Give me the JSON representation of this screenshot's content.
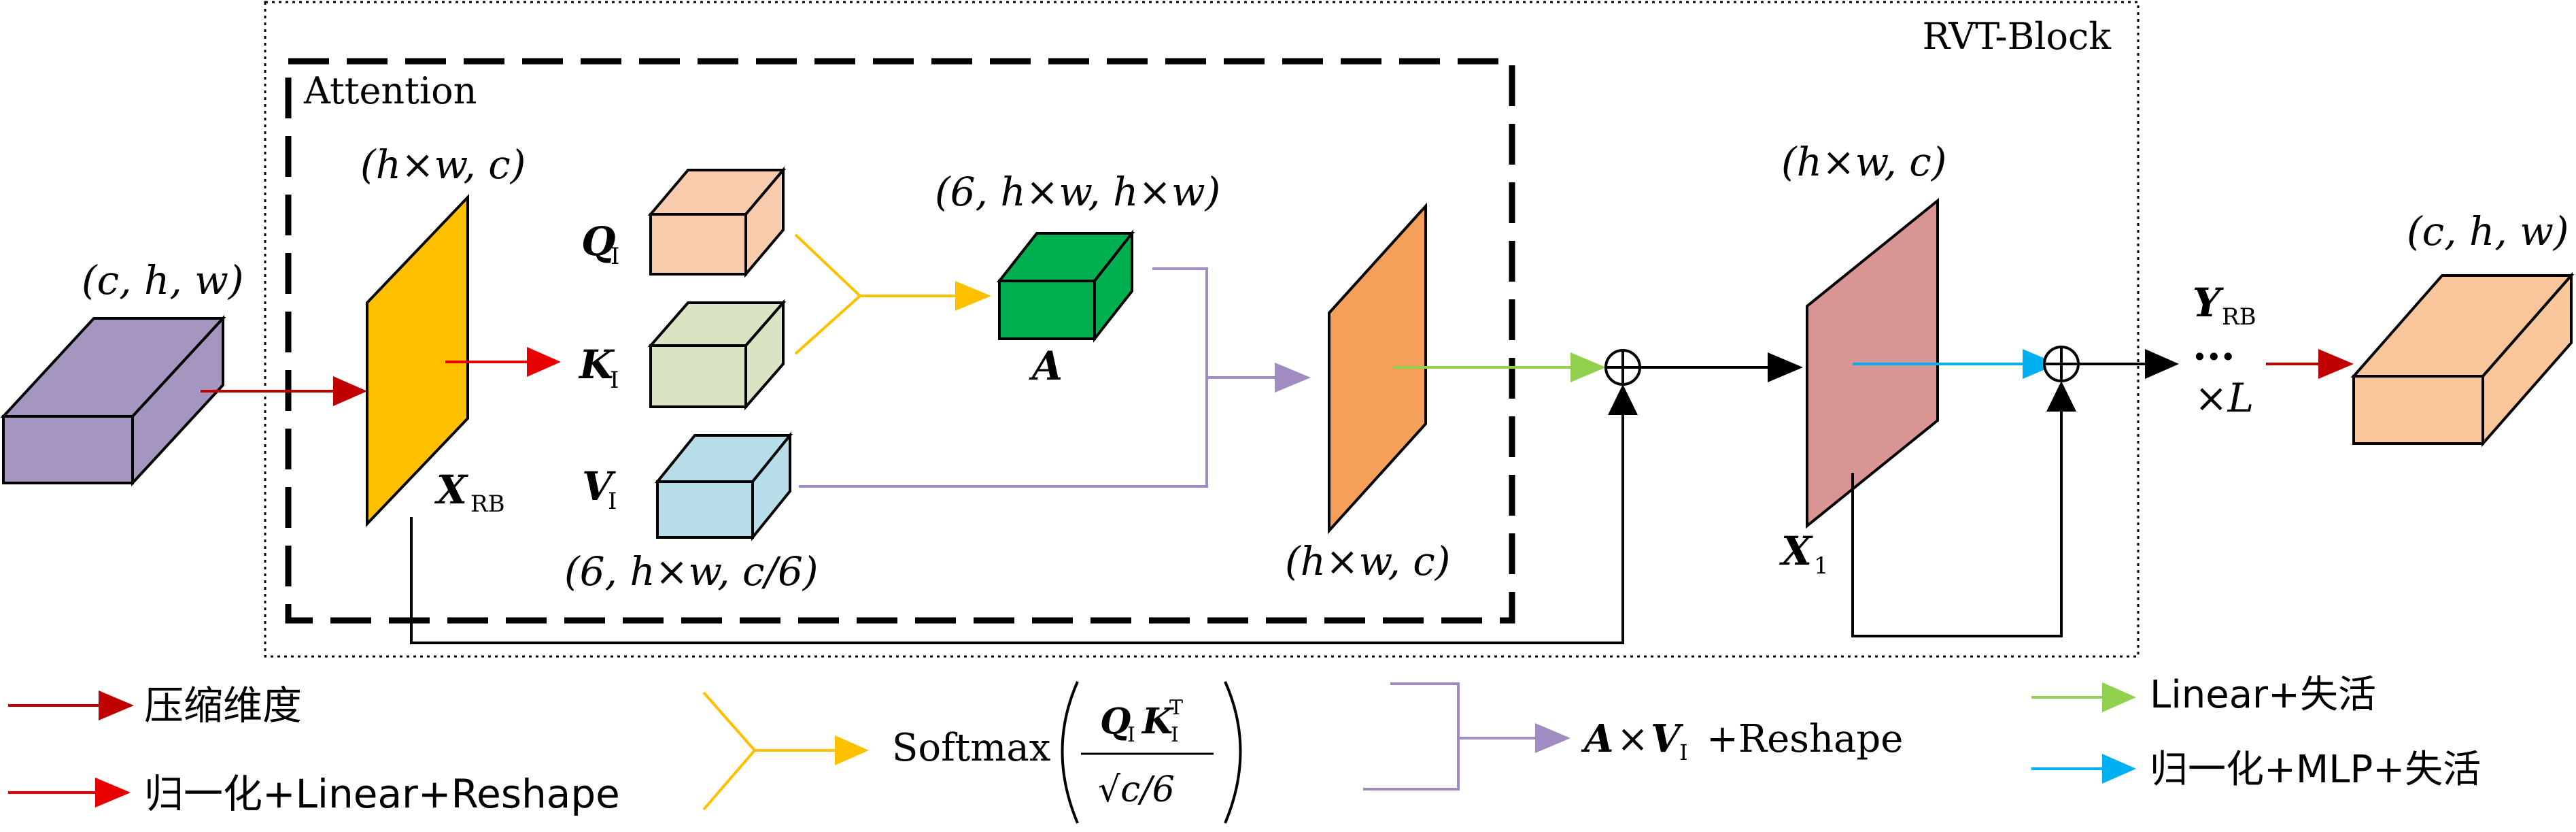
{
  "block_title": "RVT-Block",
  "attention_title": "Attention",
  "labels": {
    "input_shape": "(c, h, w)",
    "xrb_shape": "(h×w, c)",
    "qkv_attn_shape": "(6, h×w, h×w)",
    "v_shape": "(6, h×w, c/6)",
    "attn_out_shape": "(h×w, c)",
    "x1_shape": "(h×w, c)",
    "output_shape": "(c, h, w)",
    "repeat": "×L",
    "ellipsis": "···"
  },
  "symbols": {
    "q": {
      "main": "Q",
      "sub": "I"
    },
    "k": {
      "main": "K",
      "sub": "I"
    },
    "v": {
      "main": "V",
      "sub": "I"
    },
    "a": {
      "main": "A"
    },
    "xrb": {
      "main": "X",
      "sub": "RB"
    },
    "x1": {
      "main": "X",
      "sub": "1"
    },
    "yrb": {
      "main": "Y",
      "sub": "RB"
    }
  },
  "legend": {
    "compress": "压缩维度",
    "norm_linear": "归一化+Linear+Reshape",
    "softmax": "Softmax",
    "softmax_numerator_q": "Q",
    "softmax_numerator_k": "K",
    "softmax_sub": "I",
    "softmax_sup": "T",
    "softmax_denominator": "√c/6",
    "av_a": "A",
    "av_times": "×",
    "av_v": "V",
    "av_sub": "I",
    "av_reshape": "+Reshape",
    "linear_act": "Linear+失活",
    "norm_mlp": "归一化+MLP+失活"
  },
  "colors": {
    "input_block": "#a596c0",
    "xrb_plane": "#ffc000",
    "q_block": "#f8cbad",
    "k_block": "#d9e4c3",
    "v_block": "#b7dde8",
    "a_block": "#00b050",
    "attn_out_plane": "#f4a05a",
    "x1_plane": "#d99594",
    "output_block": "#f8c69a",
    "red_dark": "#c00000",
    "red": "#e60000",
    "yellow": "#ffc000",
    "purple": "#a08cc0",
    "green": "#92d050",
    "blue": "#00b0f0"
  }
}
